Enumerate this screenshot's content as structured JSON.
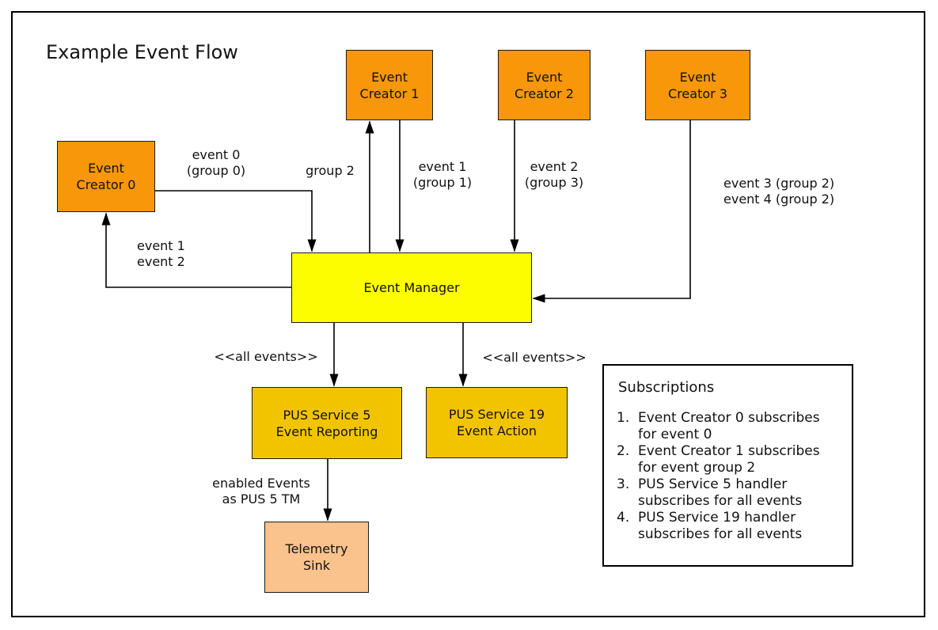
{
  "diagram": {
    "title": "Example Event Flow",
    "boxes": {
      "event_creator_0": {
        "label": "Event\nCreator 0"
      },
      "event_creator_1": {
        "label": "Event\nCreator 1"
      },
      "event_creator_2": {
        "label": "Event\nCreator 2"
      },
      "event_creator_3": {
        "label": "Event\nCreator 3"
      },
      "event_manager": {
        "label": "Event Manager"
      },
      "pus_service_5": {
        "label": "PUS Service 5\nEvent Reporting"
      },
      "pus_service_19": {
        "label": "PUS Service 19\nEvent Action"
      },
      "telemetry_sink": {
        "label": "Telemetry\nSink"
      }
    },
    "edge_labels": {
      "event0_group0": "event 0\n(group 0)",
      "group2": "group 2",
      "event1_group1": "event 1\n(group 1)",
      "event2_group3": "event 2\n(group 3)",
      "event34_group2": "event 3 (group 2)\nevent 4 (group 2)",
      "feedback_events": "event 1\nevent 2",
      "all_events_left": "<<all events>>",
      "all_events_right": "<<all events>>",
      "enabled_events": "enabled Events\nas PUS 5 TM"
    },
    "subscriptions": {
      "title": "Subscriptions",
      "items": [
        {
          "num": "1.",
          "text": "Event Creator 0 subscribes\nfor event 0"
        },
        {
          "num": "2.",
          "text": "Event Creator 1 subscribes\nfor event group 2"
        },
        {
          "num": "3.",
          "text": "PUS Service 5 handler\nsubscribes for all events"
        },
        {
          "num": "4.",
          "text": "PUS Service 19 handler\nsubscribes for all events"
        }
      ]
    },
    "colors": {
      "creator-fill": "#F79709",
      "manager-fill": "#FDFD00",
      "service-fill": "#F2C400",
      "sink-fill": "#FAC28C",
      "line": "#000000"
    }
  }
}
